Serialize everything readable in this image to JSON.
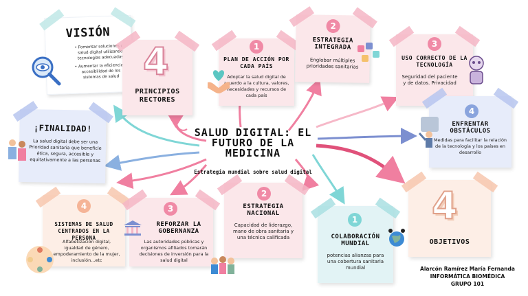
{
  "center": {
    "title": "SALUD DIGITAL: EL FUTURO DE LA MEDICINA",
    "subtitle": "Estrategia mundial sobre salud digital"
  },
  "vision": {
    "title": "VISIÓN",
    "items": [
      "Fomentar soluciones de salud digital utilizando tecnologías adecuadas",
      "Aumentar la eficiencia y accesibilidad de los sistemas de salud"
    ]
  },
  "principios": {
    "number": "4",
    "title": "PRINCIPIOS RECTORES"
  },
  "plan": {
    "number": "1",
    "title": "PLAN DE ACCIÓN POR CADA PAÍS",
    "text": "Adoptar la salud digital de acuerdo a la cultura, valores, necesidades y recursos de cada país"
  },
  "integrada": {
    "number": "2",
    "title": "ESTRATEGIA INTEGRADA",
    "text": "Englobar múltiples prioridades sanitarias"
  },
  "tecnologia": {
    "number": "3",
    "title": "USO CORRECTO DE LA TECNOLOGÍA",
    "text": "Seguridad del paciente y de datos. Privacidad"
  },
  "obstaculos": {
    "number": "4",
    "title": "ENFRENTAR OBSTÁCULOS",
    "text": "Medidas para facilitar la relación de la tecnología y los países en desarrollo"
  },
  "finalidad": {
    "title": "¡FINALIDAD!",
    "text": "La salud digital debe ser una Prioridad sanitaria que beneficie ética, segura, accesible y equitativamente a las personas"
  },
  "sistemas": {
    "number": "4",
    "title": "SISTEMAS DE SALUD CENTRADOS EN LA PERSONA",
    "text": "Alfabetización digital, igualdad de género, empoderamiento de la mujer, inclusión...etc"
  },
  "gobernanza": {
    "number": "3",
    "title": "REFORZAR LA GOBERNANZA",
    "text": "Las autoridades públicas y organismos afiliados tomarán decisiones de inversión para la salud digital"
  },
  "nacional": {
    "number": "2",
    "title": "ESTRATEGIA NACIONAL",
    "text": "Capacidad de liderazgo, mano de obra sanitaria y una técnica calificada"
  },
  "colaboracion": {
    "number": "1",
    "title": "COLABORACIÓN MUNDIAL",
    "text": "potencias alianzas para una cobertura sanitaria mundial"
  },
  "objetivos": {
    "number": "4",
    "title": "OBJETIVOS"
  },
  "author": {
    "name": "Alarcón Ramírez María Fernanda",
    "subject": "INFORMÁTICA BIOMÉDICA",
    "group": "GRUPO 101"
  },
  "colors": {
    "pink": "#f07fa0",
    "blue": "#8ab0e0",
    "navy": "#7c8fd0",
    "teal": "#7fd6d6",
    "badge": "#f08aa6"
  }
}
